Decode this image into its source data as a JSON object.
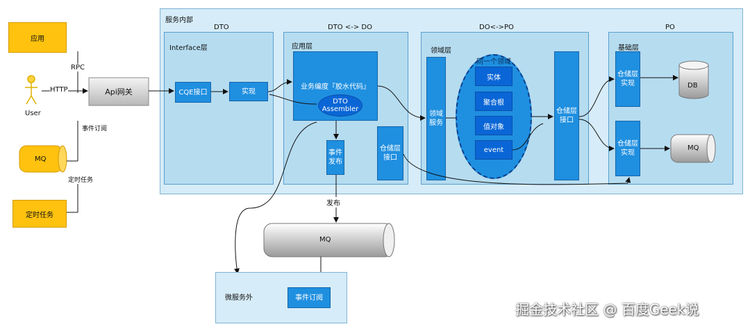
{
  "panels": {
    "service_inner": "服务内部",
    "interface_layer": "Interface层",
    "app_layer": "应用层",
    "domain_layer": "领域层",
    "infra_layer": "基础层",
    "microservice_outside": "微服务外"
  },
  "headers": {
    "dto": "DTO",
    "dto_do": "DTO <-> DO",
    "do_po": "DO<->PO",
    "po": "PO"
  },
  "external": {
    "app": "应用",
    "user": "User",
    "mq": "MQ",
    "timer": "定时任务",
    "api_gateway": "Api网关"
  },
  "edge_labels": {
    "rpc": "RPC",
    "http": "HTTP",
    "event_subscribe": "事件订阅",
    "timer_task": "定时任务",
    "publish": "发布"
  },
  "interface": {
    "cqe": "CQE接口",
    "impl": "实现"
  },
  "app": {
    "biz": "业务编度『胶水代码』",
    "dto_assembler": [
      "DTO",
      "Assembler"
    ],
    "event_publish": [
      "事件",
      "发布"
    ],
    "repo_interface": [
      "仓储层",
      "接口"
    ]
  },
  "domain": {
    "service": [
      "领域",
      "服务"
    ],
    "same_domain": "同一个领域",
    "entity": "实体",
    "aggregate": "聚合根",
    "value_object": "值对象",
    "event": "event",
    "repo_interface": [
      "仓储层",
      "接口"
    ]
  },
  "infra": {
    "repo_impl_1": [
      "仓储层",
      "实现"
    ],
    "repo_impl_2": [
      "仓储层",
      "实现"
    ],
    "db": "DB",
    "mq": "MQ"
  },
  "bottom": {
    "mq": "MQ",
    "event_subscribe": "事件订阅"
  },
  "watermark": "掘金技术社区 @ 百度Geek说",
  "colors": {
    "panel": "#d6ecf8",
    "layer": "#b6dcf0",
    "box": "#1f8fe0",
    "dark_box": "#0a66d6",
    "orange": "#ffc20e"
  }
}
